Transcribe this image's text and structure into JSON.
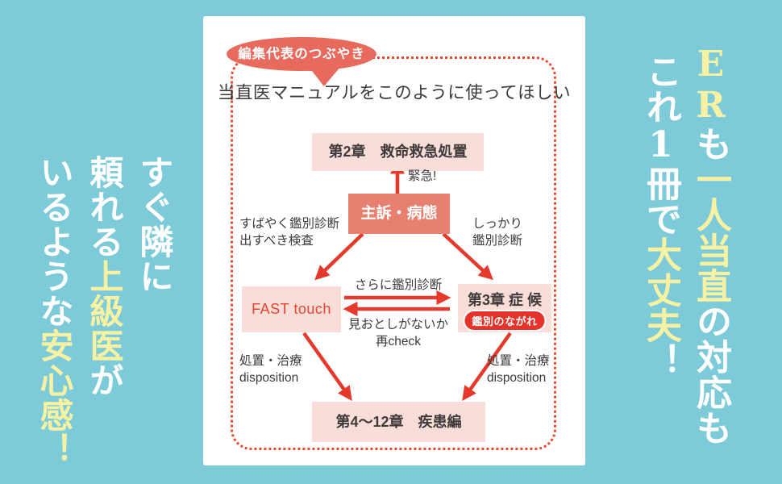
{
  "colors": {
    "background": "#7dcbd9",
    "card": "#ffffff",
    "accent_red": "#e5392b",
    "salmon": "#e76a5c",
    "salmon_box": "#e8806f",
    "pink_box": "#f8ddd8",
    "highlight_yellow": "#f7f1a3",
    "text_dark": "#3e3a39",
    "text_white": "#ffffff"
  },
  "left_caption": {
    "col1": {
      "seg1": "すぐ隣に"
    },
    "col2": {
      "seg1": "頼れる",
      "seg2": "上級医",
      "seg3": "が"
    },
    "col3": {
      "seg1": "いるような",
      "seg2": "安心感！"
    }
  },
  "right_caption": {
    "col1": {
      "seg1": "ER",
      "seg2": "も",
      "seg3": "一人当直",
      "seg4": "の対応も"
    },
    "col2": {
      "seg1": "これ1冊で",
      "seg2": "大丈夫",
      "seg3": "！"
    }
  },
  "card": {
    "badge": "編集代表のつぶやき",
    "title": "当直医マニュアルをこのように使ってほしい",
    "boxes": {
      "ch2": "第2章　救命救急処置",
      "shuso": "主訴・病態",
      "fast": "FAST touch",
      "ch3": "第3章 症 候",
      "ch3_badge": "鑑別のながれ",
      "ch4": "第4〜12章　疾患編"
    },
    "labels": {
      "urgent": "緊急!",
      "left_line1": "すばやく鑑別診断",
      "left_line2": "出すべき検査",
      "right_line1": "しっかり",
      "right_line2": "鑑別診断",
      "mid_top": "さらに鑑別診断",
      "mid_bottom_line1": "見おとしがないか",
      "mid_bottom_line2": "再check",
      "disp_left_line1": "処置・治療",
      "disp_left_line2": "disposition",
      "disp_right_line1": "処置・治療",
      "disp_right_line2": "disposition"
    }
  }
}
